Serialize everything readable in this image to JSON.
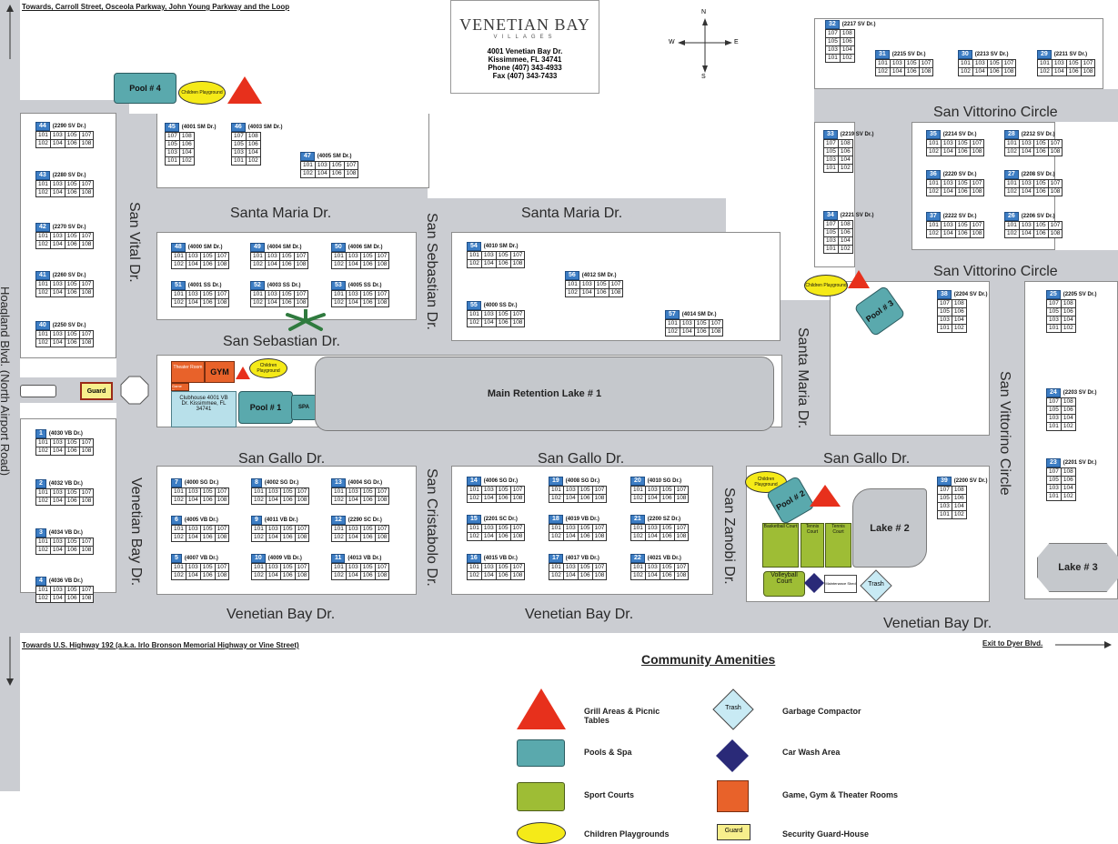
{
  "header": {
    "top_direction": "Towards, Carroll Street, Osceola Parkway, John Young Parkway and the Loop",
    "bottom_direction": "Towards U.S. Highway 192 (a.k.a. Irlo Bronson Memorial Highway or Vine Street)",
    "exit_label": "Exit to Dyer Blvd.",
    "main_road": "Hoagland Blvd. (North Airport Road)"
  },
  "logo": {
    "name": "VENETIAN BAY",
    "tagline": "VILLAGES",
    "address1": "4001 Venetian Bay Dr.",
    "address2": "Kissimmee, FL 34741",
    "phone": "Phone (407) 343-4933",
    "fax": "Fax (407) 343-7433"
  },
  "compass": {
    "n": "N",
    "s": "S",
    "e": "E",
    "w": "W"
  },
  "streets": {
    "san_vital": "San Vital Dr.",
    "santa_maria_1": "Santa Maria Dr.",
    "santa_maria_2": "Santa Maria Dr.",
    "santa_maria_3": "Santa Maria Dr.",
    "san_sebastian_v": "San Sebastian Dr.",
    "san_sebastian_h": "San Sebastian Dr.",
    "san_vittorino_1": "San Vittorino Circle",
    "san_vittorino_2": "San Vittorino Circle",
    "san_vittorino_3": "San Vittorino Circle",
    "san_gallo_1": "San Gallo Dr.",
    "san_gallo_2": "San Gallo Dr.",
    "san_gallo_3": "San Gallo Dr.",
    "san_cristabolo": "San Cristabolo Dr.",
    "san_zanobi": "San Zanobi Dr.",
    "venetian_bay_v": "Venetian Bay Dr.",
    "venetian_bay_1": "Venetian Bay Dr.",
    "venetian_bay_2": "Venetian Bay Dr.",
    "venetian_bay_3": "Venetian Bay Dr."
  },
  "amenities": {
    "pool4": "Pool # 4",
    "pool1": "Pool # 1",
    "pool2": "Pool # 2",
    "pool3": "Pool # 3",
    "spa": "SPA",
    "gym": "GYM",
    "theater": "Theater Room",
    "game": "Game Room",
    "clubhouse": "Clubhouse 4001 VB Dr. Kissimmee, FL 34741",
    "guard": "Guard",
    "main_lake": "Main Retention Lake # 1",
    "lake2": "Lake # 2",
    "lake3": "Lake # 3",
    "basketball": "Basketball Court",
    "tennis1": "Tennis Court",
    "tennis2": "Tennis Court",
    "volleyball": "Volleyball Court",
    "maintenance": "Maintenance Shed",
    "trash": "Trash",
    "playground": "Children Playground"
  },
  "buildings": [
    {
      "id": "b44",
      "num": "44",
      "addr": "(2290 SV Dr.)",
      "rows": [
        [
          "101",
          "103",
          "105",
          "107"
        ],
        [
          "102",
          "104",
          "106",
          "108"
        ]
      ]
    },
    {
      "id": "b43",
      "num": "43",
      "addr": "(2280 SV Dr.)",
      "rows": [
        [
          "101",
          "103",
          "105",
          "107"
        ],
        [
          "102",
          "104",
          "106",
          "108"
        ]
      ]
    },
    {
      "id": "b42",
      "num": "42",
      "addr": "(2270 SV Dr.)",
      "rows": [
        [
          "101",
          "103",
          "105",
          "107"
        ],
        [
          "102",
          "104",
          "106",
          "108"
        ]
      ]
    },
    {
      "id": "b41",
      "num": "41",
      "addr": "(2260 SV Dr.)",
      "rows": [
        [
          "101",
          "103",
          "105",
          "107"
        ],
        [
          "102",
          "104",
          "106",
          "108"
        ]
      ]
    },
    {
      "id": "b40",
      "num": "40",
      "addr": "(2250 SV Dr.)",
      "rows": [
        [
          "101",
          "103",
          "105",
          "107"
        ],
        [
          "102",
          "104",
          "106",
          "108"
        ]
      ]
    },
    {
      "id": "b45",
      "num": "45",
      "addr": "(4001 SM Dr.)",
      "rows": [
        [
          "107",
          "108"
        ],
        [
          "105",
          "106"
        ],
        [
          "103",
          "104"
        ],
        [
          "101",
          "102"
        ]
      ]
    },
    {
      "id": "b46",
      "num": "46",
      "addr": "(4003 SM Dr.)",
      "rows": [
        [
          "107",
          "108"
        ],
        [
          "105",
          "106"
        ],
        [
          "103",
          "104"
        ],
        [
          "101",
          "102"
        ]
      ]
    },
    {
      "id": "b47",
      "num": "47",
      "addr": "(4005 SM Dr.)",
      "rows": [
        [
          "101",
          "103",
          "105",
          "107"
        ],
        [
          "102",
          "104",
          "106",
          "108"
        ]
      ]
    },
    {
      "id": "b48",
      "num": "48",
      "addr": "(4000 SM Dr.)",
      "rows": [
        [
          "101",
          "103",
          "105",
          "107"
        ],
        [
          "102",
          "104",
          "106",
          "108"
        ]
      ]
    },
    {
      "id": "b49",
      "num": "49",
      "addr": "(4004 SM Dr.)",
      "rows": [
        [
          "101",
          "103",
          "105",
          "107"
        ],
        [
          "102",
          "104",
          "106",
          "108"
        ]
      ]
    },
    {
      "id": "b50",
      "num": "50",
      "addr": "(4006 SM Dr.)",
      "rows": [
        [
          "101",
          "103",
          "105",
          "107"
        ],
        [
          "102",
          "104",
          "106",
          "108"
        ]
      ]
    },
    {
      "id": "b51",
      "num": "51",
      "addr": "(4001 SS Dr.)",
      "rows": [
        [
          "101",
          "103",
          "105",
          "107"
        ],
        [
          "102",
          "104",
          "106",
          "108"
        ]
      ]
    },
    {
      "id": "b52",
      "num": "52",
      "addr": "(4003 SS Dr.)",
      "rows": [
        [
          "101",
          "103",
          "105",
          "107"
        ],
        [
          "102",
          "104",
          "106",
          "108"
        ]
      ]
    },
    {
      "id": "b53",
      "num": "53",
      "addr": "(4005 SS Dr.)",
      "rows": [
        [
          "101",
          "103",
          "105",
          "107"
        ],
        [
          "102",
          "104",
          "106",
          "108"
        ]
      ]
    },
    {
      "id": "b54",
      "num": "54",
      "addr": "(4010 SM Dr.)",
      "rows": [
        [
          "101",
          "103",
          "105",
          "107"
        ],
        [
          "102",
          "104",
          "106",
          "108"
        ]
      ]
    },
    {
      "id": "b55",
      "num": "55",
      "addr": "(4000 SS Dr.)",
      "rows": [
        [
          "101",
          "103",
          "105",
          "107"
        ],
        [
          "102",
          "104",
          "106",
          "108"
        ]
      ]
    },
    {
      "id": "b56",
      "num": "56",
      "addr": "(4012 SM Dr.)",
      "rows": [
        [
          "101",
          "103",
          "105",
          "107"
        ],
        [
          "102",
          "104",
          "106",
          "108"
        ]
      ]
    },
    {
      "id": "b57",
      "num": "57",
      "addr": "(4014 SM Dr.)",
      "rows": [
        [
          "101",
          "103",
          "105",
          "107"
        ],
        [
          "102",
          "104",
          "106",
          "108"
        ]
      ]
    },
    {
      "id": "b32",
      "num": "32",
      "addr": "(2217 SV Dr.)",
      "rows": [
        [
          "107",
          "108"
        ],
        [
          "105",
          "106"
        ],
        [
          "103",
          "104"
        ],
        [
          "101",
          "102"
        ]
      ]
    },
    {
      "id": "b31",
      "num": "31",
      "addr": "(2215 SV Dr.)",
      "rows": [
        [
          "101",
          "103",
          "105",
          "107"
        ],
        [
          "102",
          "104",
          "106",
          "108"
        ]
      ]
    },
    {
      "id": "b30",
      "num": "30",
      "addr": "(2213 SV Dr.)",
      "rows": [
        [
          "101",
          "103",
          "105",
          "107"
        ],
        [
          "102",
          "104",
          "106",
          "108"
        ]
      ]
    },
    {
      "id": "b29",
      "num": "29",
      "addr": "(2211 SV Dr.)",
      "rows": [
        [
          "101",
          "103",
          "105",
          "107"
        ],
        [
          "102",
          "104",
          "106",
          "108"
        ]
      ]
    },
    {
      "id": "b33",
      "num": "33",
      "addr": "(2219 SV Dr.)",
      "rows": [
        [
          "107",
          "108"
        ],
        [
          "105",
          "106"
        ],
        [
          "103",
          "104"
        ],
        [
          "101",
          "102"
        ]
      ]
    },
    {
      "id": "b35",
      "num": "35",
      "addr": "(2214 SV Dr.)",
      "rows": [
        [
          "101",
          "103",
          "105",
          "107"
        ],
        [
          "102",
          "104",
          "106",
          "108"
        ]
      ]
    },
    {
      "id": "b28",
      "num": "28",
      "addr": "(2212 SV Dr.)",
      "rows": [
        [
          "101",
          "103",
          "105",
          "107"
        ],
        [
          "102",
          "104",
          "106",
          "108"
        ]
      ]
    },
    {
      "id": "b36",
      "num": "36",
      "addr": "(2220 SV Dr.)",
      "rows": [
        [
          "101",
          "103",
          "105",
          "107"
        ],
        [
          "102",
          "104",
          "106",
          "108"
        ]
      ]
    },
    {
      "id": "b27",
      "num": "27",
      "addr": "(2208 SV Dr.)",
      "rows": [
        [
          "101",
          "103",
          "105",
          "107"
        ],
        [
          "102",
          "104",
          "106",
          "108"
        ]
      ]
    },
    {
      "id": "b37",
      "num": "37",
      "addr": "(2222 SV Dr.)",
      "rows": [
        [
          "101",
          "103",
          "105",
          "107"
        ],
        [
          "102",
          "104",
          "106",
          "108"
        ]
      ]
    },
    {
      "id": "b26",
      "num": "26",
      "addr": "(2206 SV Dr.)",
      "rows": [
        [
          "101",
          "103",
          "105",
          "107"
        ],
        [
          "102",
          "104",
          "106",
          "108"
        ]
      ]
    },
    {
      "id": "b34",
      "num": "34",
      "addr": "(2221 SV Dr.)",
      "rows": [
        [
          "107",
          "108"
        ],
        [
          "105",
          "106"
        ],
        [
          "103",
          "104"
        ],
        [
          "101",
          "102"
        ]
      ]
    },
    {
      "id": "b38",
      "num": "38",
      "addr": "(2204 SV Dr.)",
      "rows": [
        [
          "107",
          "108"
        ],
        [
          "105",
          "106"
        ],
        [
          "103",
          "104"
        ],
        [
          "101",
          "102"
        ]
      ]
    },
    {
      "id": "b25",
      "num": "25",
      "addr": "(2205 SV Dr.)",
      "rows": [
        [
          "107",
          "108"
        ],
        [
          "105",
          "106"
        ],
        [
          "103",
          "104"
        ],
        [
          "101",
          "102"
        ]
      ]
    },
    {
      "id": "b24",
      "num": "24",
      "addr": "(2203 SV Dr.)",
      "rows": [
        [
          "107",
          "108"
        ],
        [
          "105",
          "106"
        ],
        [
          "103",
          "104"
        ],
        [
          "101",
          "102"
        ]
      ]
    },
    {
      "id": "b23",
      "num": "23",
      "addr": "(2201 SV Dr.)",
      "rows": [
        [
          "107",
          "108"
        ],
        [
          "105",
          "106"
        ],
        [
          "103",
          "104"
        ],
        [
          "101",
          "102"
        ]
      ]
    },
    {
      "id": "b39",
      "num": "39",
      "addr": "(2200 SV Dr.)",
      "rows": [
        [
          "107",
          "108"
        ],
        [
          "105",
          "106"
        ],
        [
          "103",
          "104"
        ],
        [
          "101",
          "102"
        ]
      ]
    },
    {
      "id": "b1",
      "num": "1",
      "addr": "(4030 VB Dr.)",
      "rows": [
        [
          "101",
          "103",
          "105",
          "107"
        ],
        [
          "102",
          "104",
          "106",
          "108"
        ]
      ]
    },
    {
      "id": "b2",
      "num": "2",
      "addr": "(4032 VB Dr.)",
      "rows": [
        [
          "101",
          "103",
          "105",
          "107"
        ],
        [
          "102",
          "104",
          "106",
          "108"
        ]
      ]
    },
    {
      "id": "b3",
      "num": "3",
      "addr": "(4034 VB Dr.)",
      "rows": [
        [
          "101",
          "103",
          "105",
          "107"
        ],
        [
          "102",
          "104",
          "106",
          "108"
        ]
      ]
    },
    {
      "id": "b4",
      "num": "4",
      "addr": "(4036 VB Dr.)",
      "rows": [
        [
          "101",
          "103",
          "105",
          "107"
        ],
        [
          "102",
          "104",
          "106",
          "108"
        ]
      ]
    },
    {
      "id": "b7",
      "num": "7",
      "addr": "(4000 SG Dr.)",
      "rows": [
        [
          "101",
          "103",
          "105",
          "107"
        ],
        [
          "102",
          "104",
          "106",
          "108"
        ]
      ]
    },
    {
      "id": "b8",
      "num": "8",
      "addr": "(4002 SG Dr.)",
      "rows": [
        [
          "101",
          "103",
          "105",
          "107"
        ],
        [
          "102",
          "104",
          "106",
          "108"
        ]
      ]
    },
    {
      "id": "b13",
      "num": "13",
      "addr": "(4004 SG Dr.)",
      "rows": [
        [
          "101",
          "103",
          "105",
          "107"
        ],
        [
          "102",
          "104",
          "106",
          "108"
        ]
      ]
    },
    {
      "id": "b6",
      "num": "6",
      "addr": "(4005 VB Dr.)",
      "rows": [
        [
          "101",
          "103",
          "105",
          "107"
        ],
        [
          "102",
          "104",
          "106",
          "108"
        ]
      ]
    },
    {
      "id": "b9",
      "num": "9",
      "addr": "(4011 VB Dr.)",
      "rows": [
        [
          "101",
          "103",
          "105",
          "107"
        ],
        [
          "102",
          "104",
          "106",
          "108"
        ]
      ]
    },
    {
      "id": "b12",
      "num": "12",
      "addr": "(2290 SC Dr.)",
      "rows": [
        [
          "101",
          "103",
          "105",
          "107"
        ],
        [
          "102",
          "104",
          "106",
          "108"
        ]
      ]
    },
    {
      "id": "b5",
      "num": "5",
      "addr": "(4007 VB Dr.)",
      "rows": [
        [
          "101",
          "103",
          "105",
          "107"
        ],
        [
          "102",
          "104",
          "106",
          "108"
        ]
      ]
    },
    {
      "id": "b10",
      "num": "10",
      "addr": "(4009 VB Dr.)",
      "rows": [
        [
          "101",
          "103",
          "105",
          "107"
        ],
        [
          "102",
          "104",
          "106",
          "108"
        ]
      ]
    },
    {
      "id": "b11",
      "num": "11",
      "addr": "(4013 VB Dr.)",
      "rows": [
        [
          "101",
          "103",
          "105",
          "107"
        ],
        [
          "102",
          "104",
          "106",
          "108"
        ]
      ]
    },
    {
      "id": "b14",
      "num": "14",
      "addr": "(4006 SG Dr.)",
      "rows": [
        [
          "101",
          "103",
          "105",
          "107"
        ],
        [
          "102",
          "104",
          "106",
          "108"
        ]
      ]
    },
    {
      "id": "b19",
      "num": "19",
      "addr": "(4008 SG Dr.)",
      "rows": [
        [
          "101",
          "103",
          "105",
          "107"
        ],
        [
          "102",
          "104",
          "106",
          "108"
        ]
      ]
    },
    {
      "id": "b20",
      "num": "20",
      "addr": "(4010 SG Dr.)",
      "rows": [
        [
          "101",
          "103",
          "105",
          "107"
        ],
        [
          "102",
          "104",
          "106",
          "108"
        ]
      ]
    },
    {
      "id": "b15",
      "num": "15",
      "addr": "(2201 SC Dr.)",
      "rows": [
        [
          "101",
          "103",
          "105",
          "107"
        ],
        [
          "102",
          "104",
          "106",
          "108"
        ]
      ]
    },
    {
      "id": "b18",
      "num": "18",
      "addr": "(4019 VB Dr.)",
      "rows": [
        [
          "101",
          "103",
          "105",
          "107"
        ],
        [
          "102",
          "104",
          "106",
          "108"
        ]
      ]
    },
    {
      "id": "b21",
      "num": "21",
      "addr": "(2200 SZ Dr.)",
      "rows": [
        [
          "101",
          "103",
          "105",
          "107"
        ],
        [
          "102",
          "104",
          "106",
          "108"
        ]
      ]
    },
    {
      "id": "b16",
      "num": "16",
      "addr": "(4015 VB Dr.)",
      "rows": [
        [
          "101",
          "103",
          "105",
          "107"
        ],
        [
          "102",
          "104",
          "106",
          "108"
        ]
      ]
    },
    {
      "id": "b17",
      "num": "17",
      "addr": "(4017 VB Dr.)",
      "rows": [
        [
          "101",
          "103",
          "105",
          "107"
        ],
        [
          "102",
          "104",
          "106",
          "108"
        ]
      ]
    },
    {
      "id": "b22",
      "num": "22",
      "addr": "(4021 VB Dr.)",
      "rows": [
        [
          "101",
          "103",
          "105",
          "107"
        ],
        [
          "102",
          "104",
          "106",
          "108"
        ]
      ]
    }
  ],
  "legend": {
    "title": "Community Amenities",
    "items": [
      {
        "label": "Grill Areas & Picnic Tables"
      },
      {
        "label": "Pools & Spa"
      },
      {
        "label": "Sport Courts"
      },
      {
        "label": "Children Playgrounds"
      },
      {
        "label": "Garbage Compactor",
        "icon_text": "Trash"
      },
      {
        "label": "Car Wash Area"
      },
      {
        "label": "Game, Gym & Theater Rooms"
      },
      {
        "label": "Security Guard-House",
        "icon_text": "Guard"
      }
    ]
  },
  "colors": {
    "road": "#cbcdd2",
    "pool": "#5aa9ad",
    "court": "#9ebd35",
    "grill": "#e7301c",
    "playground": "#f5ea18",
    "gym": "#e8622a",
    "car_wash": "#2a2a78",
    "building_num": "#3c7dc4"
  }
}
